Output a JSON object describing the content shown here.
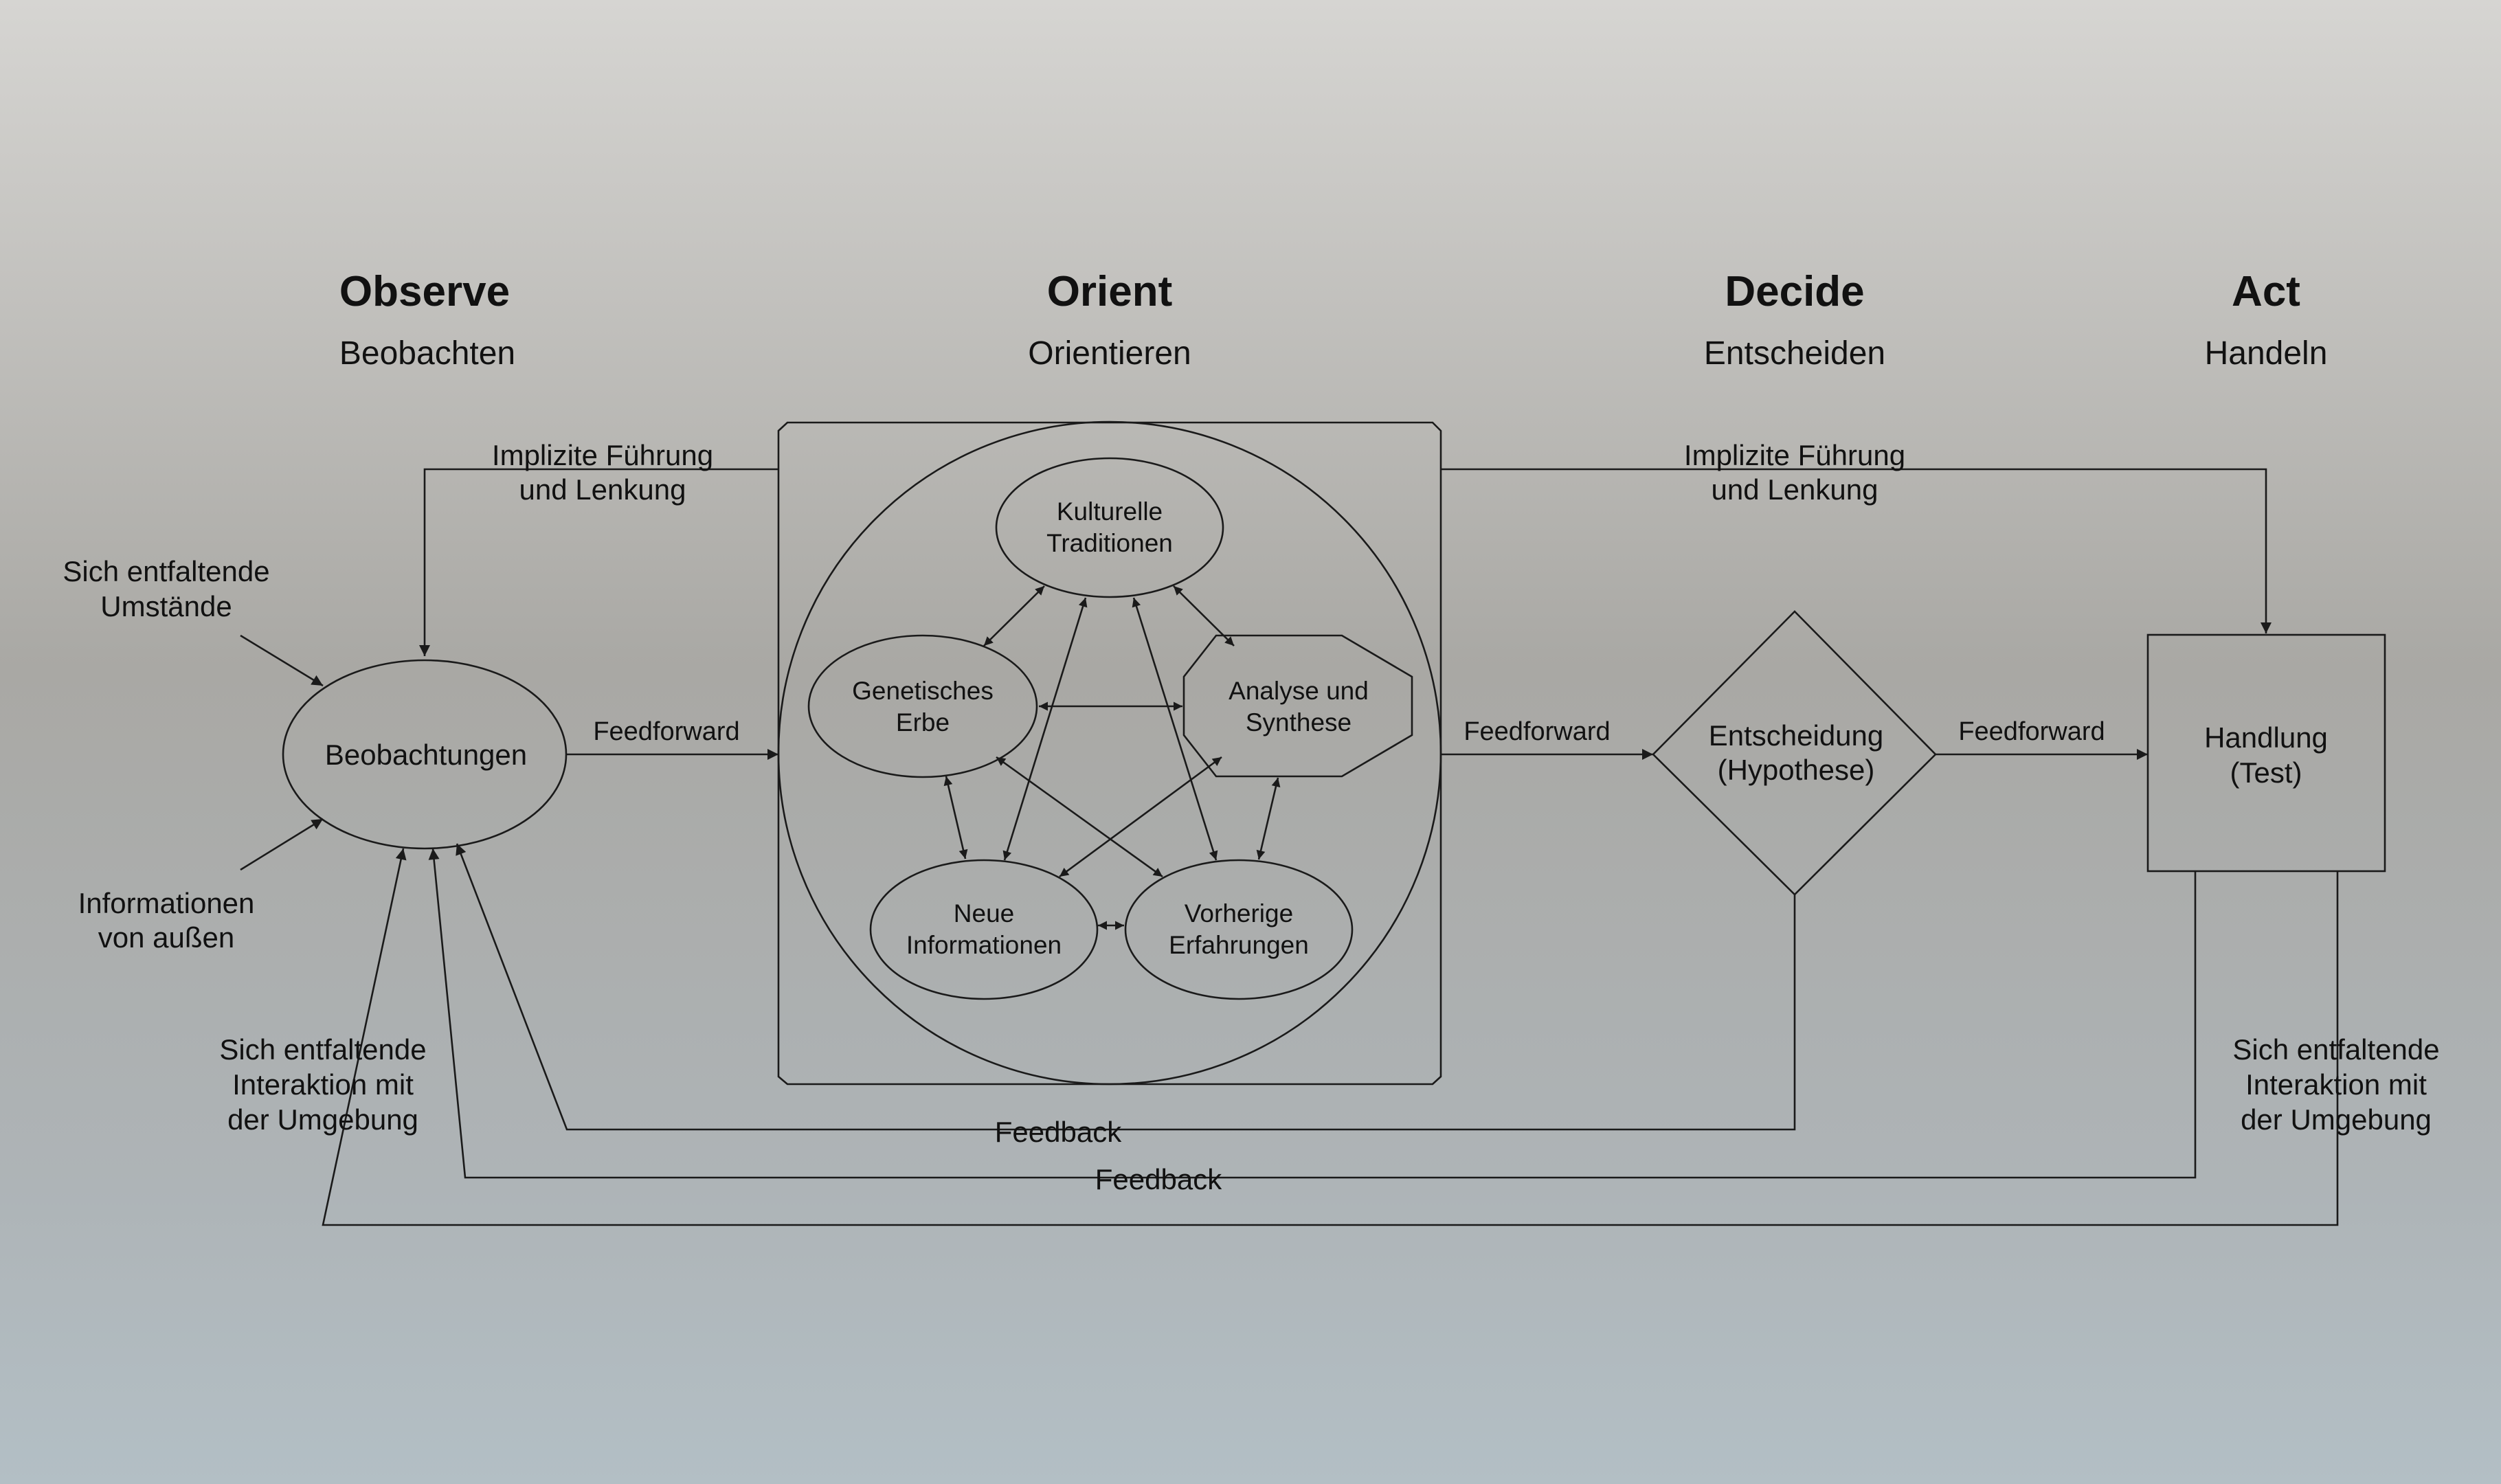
{
  "phases": [
    {
      "title": "Observe",
      "subtitle": "Beobachten"
    },
    {
      "title": "Orient",
      "subtitle": "Orientieren"
    },
    {
      "title": "Decide",
      "subtitle": "Entscheiden"
    },
    {
      "title": "Act",
      "subtitle": "Handeln"
    }
  ],
  "nodes": {
    "beobachtungen": "Beobachtungen",
    "entscheidung": [
      "Entscheidung",
      "(Hypothese)"
    ],
    "handlung": [
      "Handlung",
      "(Test)"
    ]
  },
  "orient_nodes": {
    "kulturelle": [
      "Kulturelle",
      "Traditionen"
    ],
    "genetisches": [
      "Genetisches",
      "Erbe"
    ],
    "analyse": [
      "Analyse und",
      "Synthese"
    ],
    "neue": [
      "Neue",
      "Informationen"
    ],
    "vorherige": [
      "Vorherige",
      "Erfahrungen"
    ]
  },
  "labels": {
    "implizit_left": [
      "Implizite Führung",
      "und Lenkung"
    ],
    "implizit_right": [
      "Implizite Führung",
      "und Lenkung"
    ],
    "umstaende": [
      "Sich entfaltende",
      "Umstände"
    ],
    "informationen": [
      "Informationen",
      "von außen"
    ],
    "feedforward_1": "Feedforward",
    "feedforward_2": "Feedforward",
    "feedforward_3": "Feedforward",
    "interaktion_left": [
      "Sich entfaltende",
      "Interaktion mit",
      "der Umgebung"
    ],
    "interaktion_right": [
      "Sich entfaltende",
      "Interaktion mit",
      "der Umgebung"
    ],
    "feedback_1": "Feedback",
    "feedback_2": "Feedback"
  }
}
